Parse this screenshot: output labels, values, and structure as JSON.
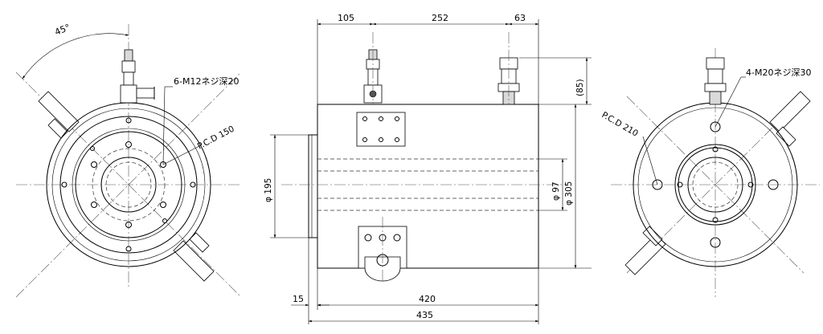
{
  "dimensions": {
    "top_left": "105",
    "top_mid": "252",
    "top_right": "63",
    "side_top": "(85)",
    "dia_left": "φ 195",
    "dia_inner": "φ 97",
    "dia_outer": "φ 305",
    "flange": "15",
    "body_len": "420",
    "total_len": "435"
  },
  "left_view": {
    "angle": "45°",
    "hole_note": "6-M12ネジ深20",
    "pcd": "P.C.D 150"
  },
  "right_view": {
    "hole_note": "4-M20ネジ深30",
    "pcd": "P.C.D 210"
  }
}
